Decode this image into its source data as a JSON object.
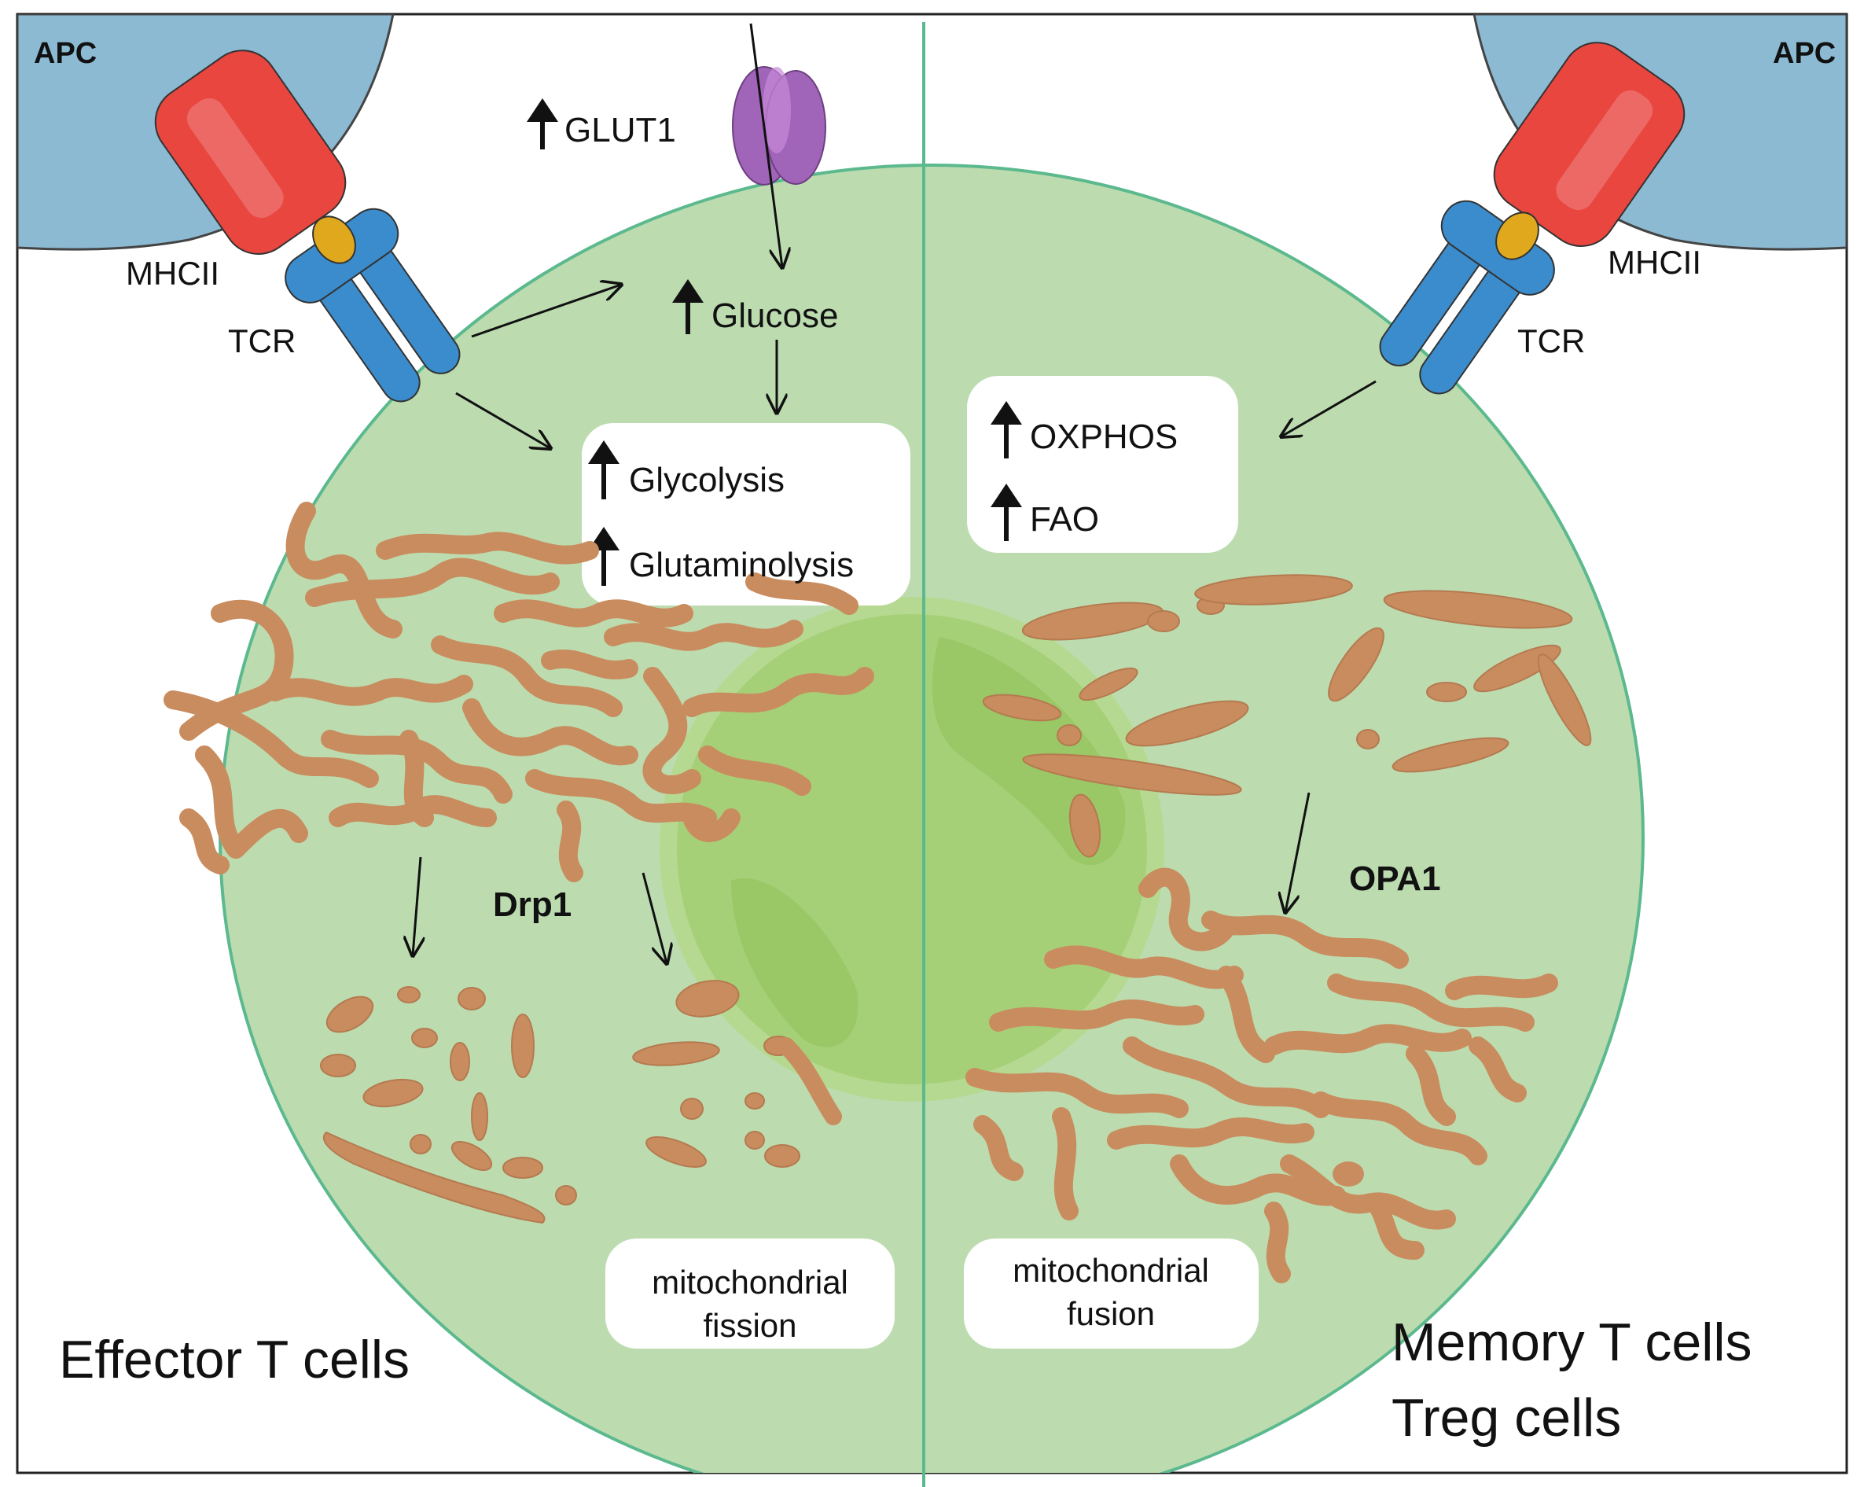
{
  "labels": {
    "apc_left": "APC",
    "apc_right": "APC",
    "mhcii_left": "MHCII",
    "mhcii_right": "MHCII",
    "tcr_left": "TCR",
    "tcr_right": "TCR",
    "glut1": "GLUT1",
    "glucose": "Glucose",
    "glycolysis": "Glycolysis",
    "glutaminolysis": "Glutaminolysis",
    "oxphos": "OXPHOS",
    "fao": "FAO",
    "drp1": "Drp1",
    "opa1": "OPA1",
    "fission_line1": "mitochondrial",
    "fission_line2": "fission",
    "fusion_line1": "mitochondrial",
    "fusion_line2": "fusion",
    "effector": "Effector T cells",
    "memory_line1": "Memory T cells",
    "memory_line2": "Treg cells"
  },
  "colors": {
    "cell_fill": "#bcdcb0",
    "cell_stroke": "#5cb98e",
    "nucleus": "#a3cf6f",
    "apc": "#8cbad3",
    "mhc": "#e8463e",
    "tcr": "#3b8ccc",
    "peptide": "#e0a91d",
    "glut1": "#a064b8",
    "mito": "#c98c5e",
    "mito_light": "#cfa474"
  }
}
